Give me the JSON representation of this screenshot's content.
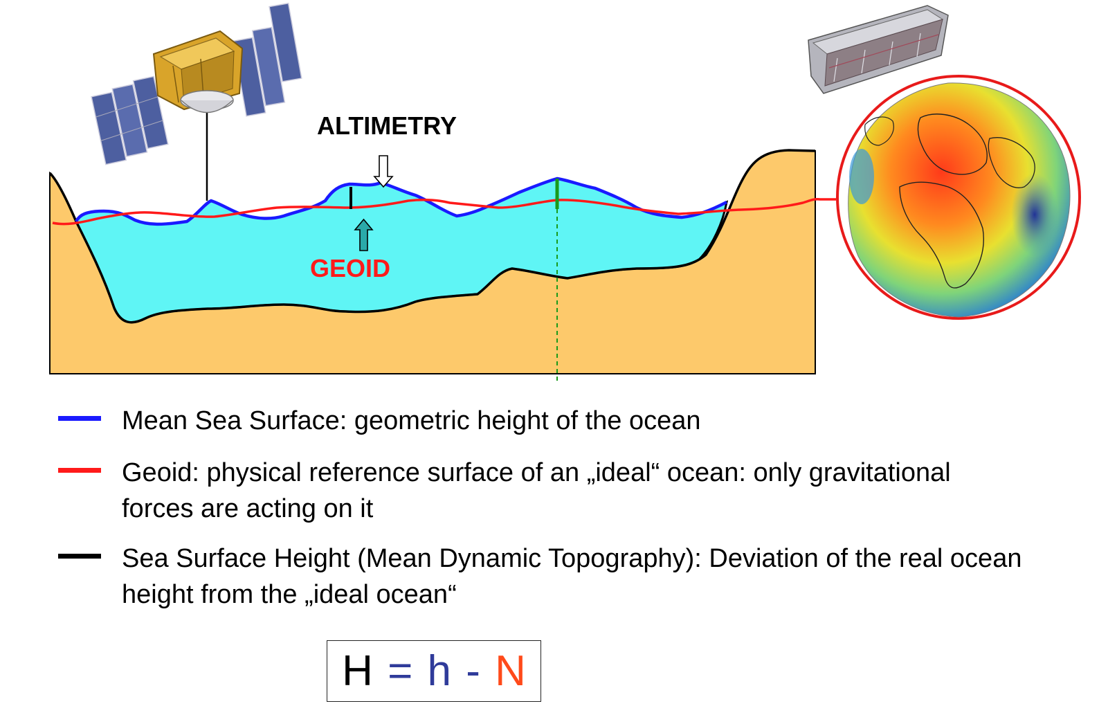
{
  "diagram": {
    "altimetry_label": "ALTIMETRY",
    "geoid_label": "GEOID",
    "colors": {
      "mean_sea_surface": "#1a1aff",
      "geoid": "#ff1a1a",
      "sea_surface_height": "#000000",
      "ocean_fill": "#5ff5f5",
      "seabed_fill": "#fdc96b",
      "dashed_marker": "#1a9a1a"
    },
    "icons": [
      "satellite-altimetry-icon",
      "satellite-gravity-icon",
      "geoid-globe-icon"
    ]
  },
  "legend": [
    {
      "key": "mss",
      "color": "#1a1aff",
      "text": "Mean Sea Surface: geometric height of the ocean"
    },
    {
      "key": "geoid",
      "color": "#ff1a1a",
      "text": "Geoid: physical reference surface of an „ideal“ ocean: only gravitational forces are acting on it"
    },
    {
      "key": "ssh",
      "color": "#000000",
      "text": "Sea Surface Height (Mean Dynamic Topography): Deviation of the real ocean height from the „ideal ocean“"
    }
  ],
  "formula": {
    "H": "H",
    "eq": "=",
    "h": "h",
    "minus": "-",
    "N": "N",
    "colors": {
      "H": "#000000",
      "eq": "#2f3b9a",
      "h": "#2f3b9a",
      "minus": "#2f3b9a",
      "N": "#ff4a1a"
    }
  }
}
